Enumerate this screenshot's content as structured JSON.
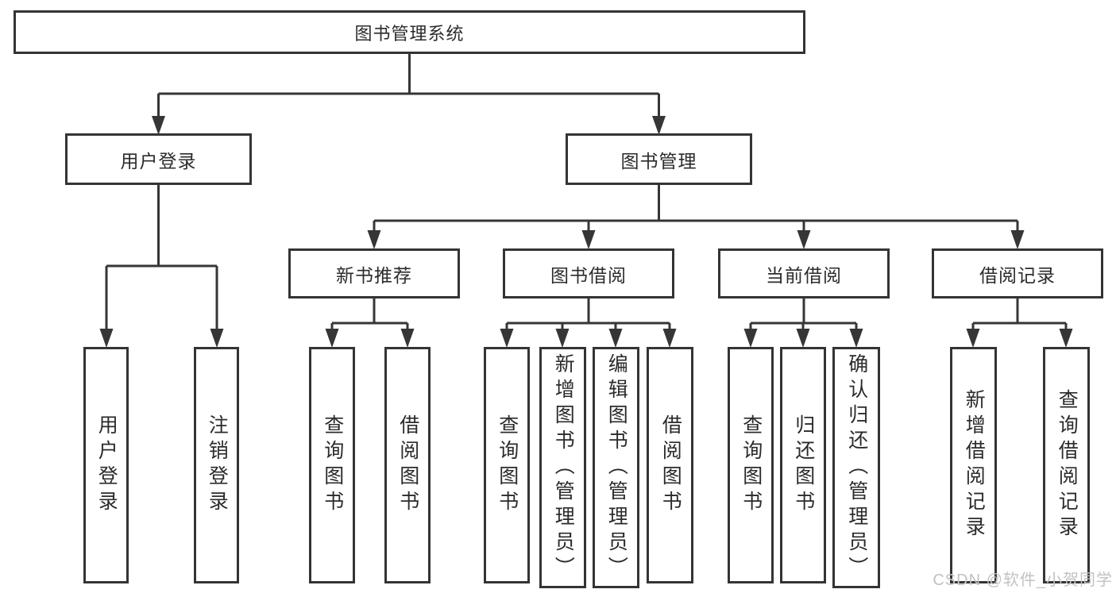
{
  "tree": {
    "label": "图书管理系统",
    "children": [
      {
        "label": "用户登录",
        "children": [
          {
            "label": "用户登录"
          },
          {
            "label": "注销登录"
          }
        ]
      },
      {
        "label": "图书管理",
        "children": [
          {
            "label": "新书推荐",
            "children": [
              {
                "label": "查询图书"
              },
              {
                "label": "借阅图书"
              }
            ]
          },
          {
            "label": "图书借阅",
            "children": [
              {
                "label": "查询图书"
              },
              {
                "label": "新增图书（管理员）"
              },
              {
                "label": "编辑图书（管理员）"
              },
              {
                "label": "借阅图书"
              }
            ]
          },
          {
            "label": "当前借阅",
            "children": [
              {
                "label": "查询图书"
              },
              {
                "label": "归还图书"
              },
              {
                "label": "确认归还（管理员）"
              }
            ]
          },
          {
            "label": "借阅记录",
            "children": [
              {
                "label": "新增借阅记录"
              },
              {
                "label": "查询借阅记录"
              }
            ]
          }
        ]
      }
    ]
  },
  "watermark": {
    "text": "CSDN @软件_小贺同学"
  },
  "colors": {
    "line": "#363636",
    "border": "#343434",
    "text": "#2b2b2b",
    "watermark": "#c2c2c2",
    "background": "#ffffff"
  }
}
